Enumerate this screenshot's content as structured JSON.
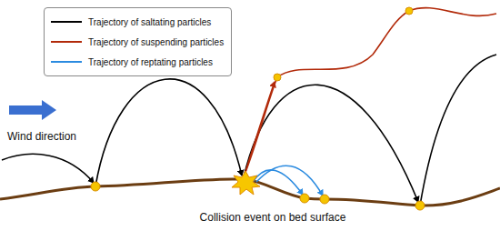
{
  "diagram": {
    "labels": [
      "Wind direction",
      "Collision event on bed surface"
    ],
    "legend": [
      {
        "text": "Trajectory of saltating particles"
      },
      {
        "text": "Trajectory of suspending particles"
      },
      {
        "text": "Trajectory of reptating particles"
      }
    ]
  }
}
